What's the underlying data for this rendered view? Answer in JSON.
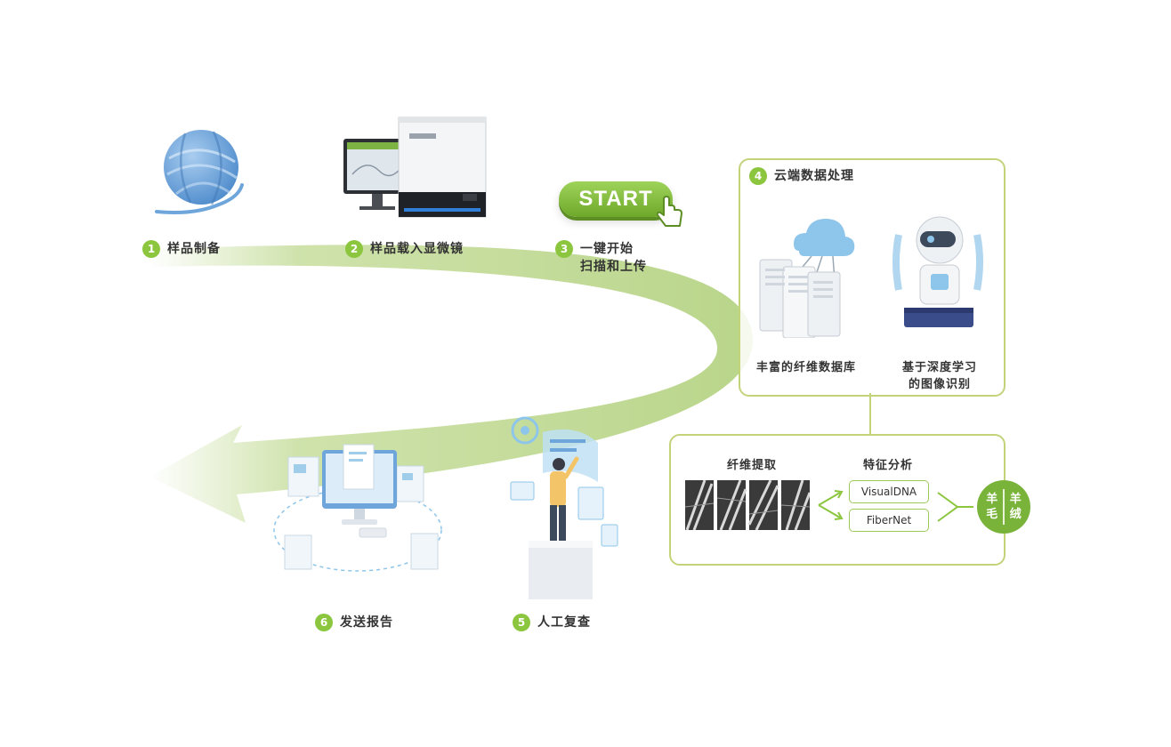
{
  "steps": [
    {
      "num": "1",
      "lines": [
        "样品制备"
      ]
    },
    {
      "num": "2",
      "lines": [
        "样品载入显微镜"
      ]
    },
    {
      "num": "3",
      "lines": [
        "一键开始",
        "扫描和上传"
      ]
    },
    {
      "num": "4",
      "lines": [
        "云端数据处理"
      ]
    },
    {
      "num": "5",
      "lines": [
        "人工复查"
      ]
    },
    {
      "num": "6",
      "lines": [
        "发送报告"
      ]
    }
  ],
  "start_button": "START",
  "cloud": {
    "database_label": "丰富的纤维数据库",
    "recognition_lines": [
      "基于深度学习",
      "的图像识别"
    ]
  },
  "analysis": {
    "extraction_title": "纤维提取",
    "features_title": "特征分析",
    "methods": [
      "VisualDNA",
      "FiberNet"
    ],
    "results": [
      {
        "chars": [
          "羊",
          "毛"
        ]
      },
      {
        "chars": [
          "羊",
          "绒"
        ]
      }
    ]
  },
  "colors": {
    "accent_green": "#8cc63f",
    "box_border": "#c3d37a",
    "arrow_green": "#c6dd9c",
    "yarn_blue": "#6ea6dc"
  }
}
